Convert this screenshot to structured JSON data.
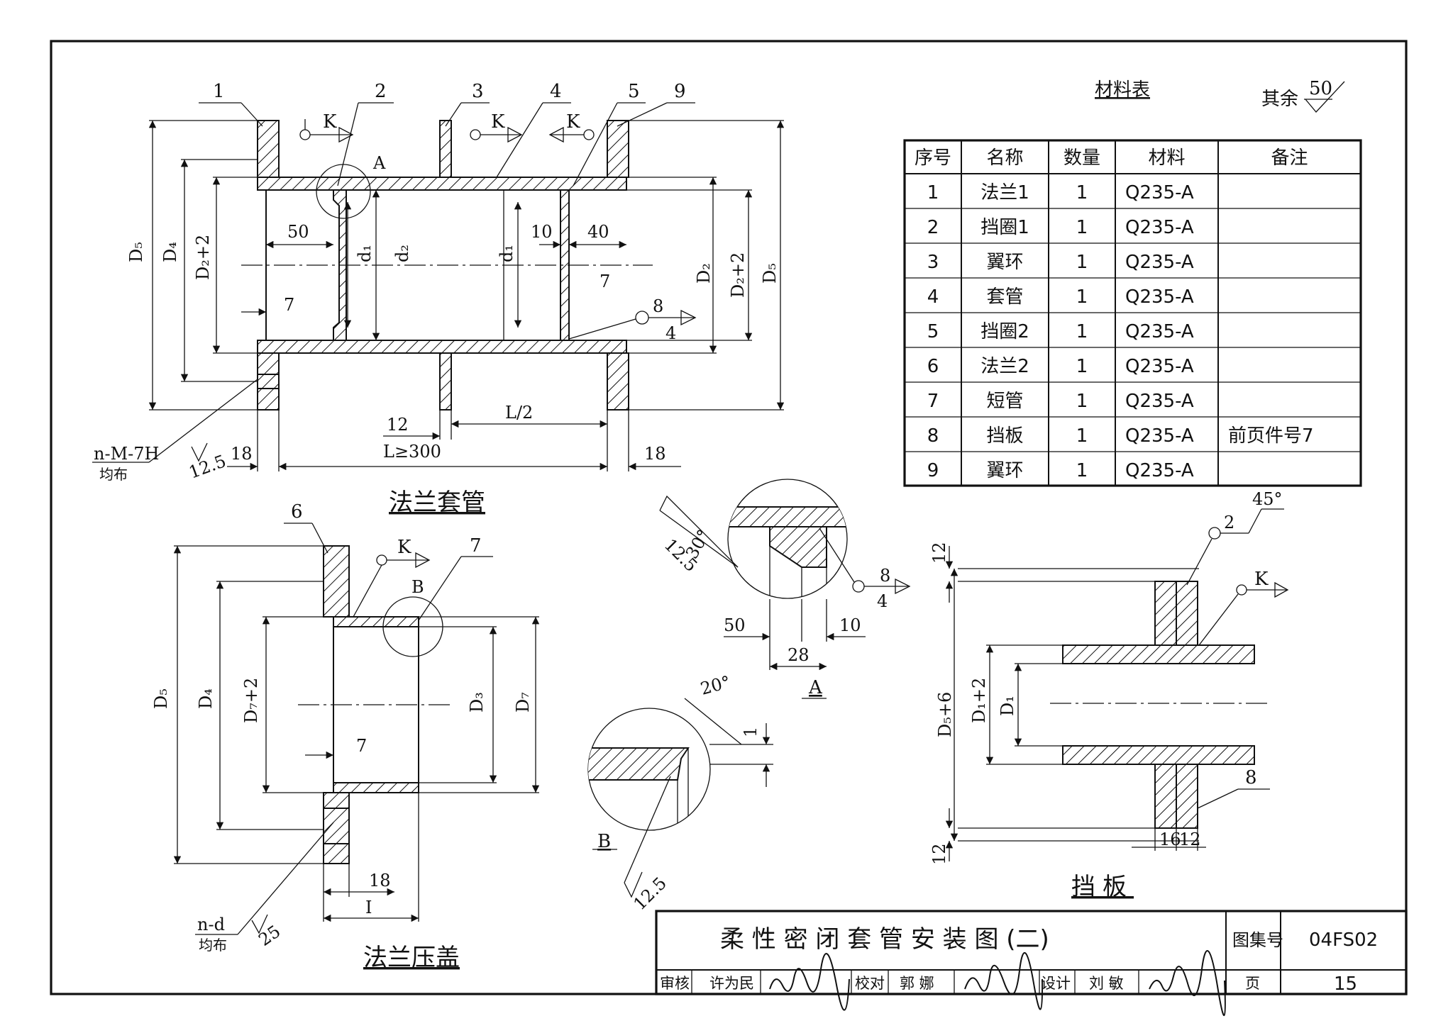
{
  "table": {
    "title": "材料表",
    "roughness_note": "其余",
    "roughness_value": "50",
    "headers": [
      "序号",
      "名称",
      "数量",
      "材料",
      "备注"
    ],
    "rows": [
      [
        "1",
        "法兰1",
        "1",
        "Q235-A",
        ""
      ],
      [
        "2",
        "挡圈1",
        "1",
        "Q235-A",
        ""
      ],
      [
        "3",
        "翼环",
        "1",
        "Q235-A",
        ""
      ],
      [
        "4",
        "套管",
        "1",
        "Q235-A",
        ""
      ],
      [
        "5",
        "挡圈2",
        "1",
        "Q235-A",
        ""
      ],
      [
        "6",
        "法兰2",
        "1",
        "Q235-A",
        ""
      ],
      [
        "7",
        "短管",
        "1",
        "Q235-A",
        ""
      ],
      [
        "8",
        "挡板",
        "1",
        "Q235-A",
        "前页件号7"
      ],
      [
        "9",
        "翼环",
        "1",
        "Q235-A",
        ""
      ]
    ]
  },
  "views": {
    "flange_sleeve": "法兰套管",
    "flange_cover": "法兰压盖",
    "baffle": "挡板",
    "detail_a": "A",
    "detail_b": "B"
  },
  "labels": {
    "callouts_top": [
      "1",
      "2",
      "3",
      "4",
      "5",
      "9"
    ],
    "callout_6": "6",
    "callout_7": "7",
    "callout_8": "8",
    "callout_2": "2",
    "k": "K",
    "weld_a": "A",
    "weld_b": "B",
    "d5": "D₅",
    "d4": "D₄",
    "d2p2": "D₂+2",
    "d1": "d₁",
    "d2": "d₂",
    "d2cap": "D₂",
    "d7p2": "D₇+2",
    "d3": "D₃",
    "d7": "D₇",
    "d5p6": "D₅+6",
    "d1p2": "D₁+2",
    "d1cap": "D₁",
    "dim_50": "50",
    "dim_7": "7",
    "dim_10": "10",
    "dim_40": "40",
    "dim_12": "12",
    "dim_18": "18",
    "dim_L2": "L/2",
    "dim_L": "L≥300",
    "dim_28": "28",
    "dim_16": "16",
    "dim_1": "1",
    "dim_I": "I",
    "weld_8": "8",
    "weld_4": "4",
    "weld_2": "2",
    "angle_45": "45°",
    "angle_30": "30°",
    "angle_20": "20°",
    "rough_12_5": "12.5",
    "rough_25": "25",
    "thread_note": "n-M-7H",
    "hole_note": "n-d",
    "even_dist": "均布"
  },
  "title_block": {
    "drawing_title": "柔 性 密 闭 套 管 安 装 图 (二)",
    "atlas_label": "图集号",
    "atlas_no": "04FS02",
    "review_label": "审核",
    "reviewer": "许为民",
    "check_label": "校对",
    "checker": "郭 娜",
    "design_label": "设计",
    "designer": "刘 敏",
    "page_label": "页",
    "page_no": "15"
  }
}
